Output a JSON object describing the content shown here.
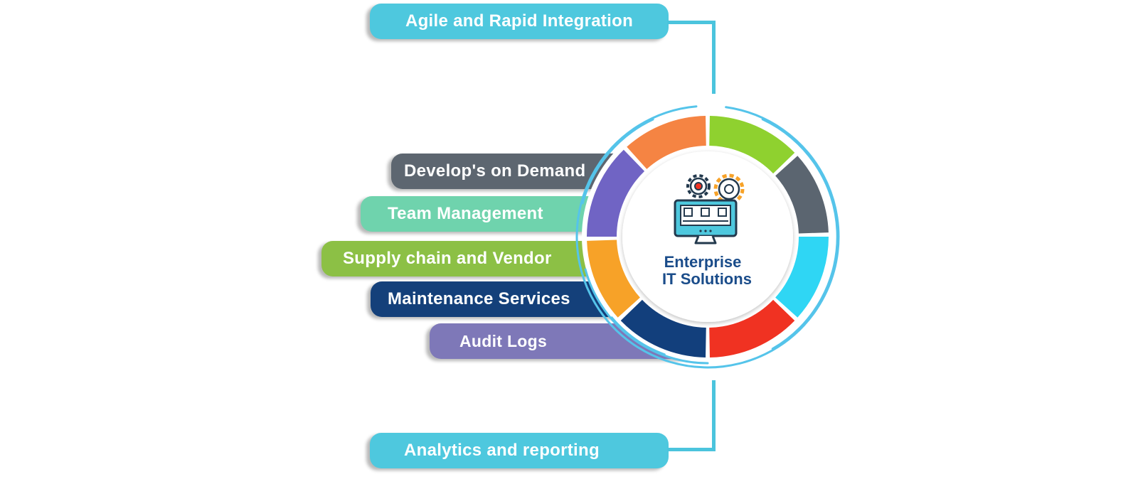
{
  "center": {
    "line1": "Enterprise",
    "line2": "IT Solutions",
    "icon": "monitor-gears-icon"
  },
  "top_box": {
    "label": "Agile and Rapid Integration",
    "color": "#4ec8de"
  },
  "bottom_box": {
    "label": "Analytics and reporting",
    "color": "#4ec8de"
  },
  "items": [
    {
      "label": "Develop's on Demand",
      "color": "#5d6670"
    },
    {
      "label": "Team Management",
      "color": "#6fd3ad"
    },
    {
      "label": "Supply chain and Vendor",
      "color": "#8cc045"
    },
    {
      "label": "Maintenance Services",
      "color": "#14407a"
    },
    {
      "label": "Audit Logs",
      "color": "#7e78b8"
    }
  ],
  "ring_colors": {
    "orange": "#f58443",
    "green": "#8fd12f",
    "gray": "#5b6570",
    "cyan": "#2fd6f4",
    "red": "#f03222",
    "navy": "#123f7c",
    "amber": "#f7a228",
    "purple": "#7064c4",
    "outer_arc": "#55c4ea",
    "title_text": "#1a4c8a"
  }
}
